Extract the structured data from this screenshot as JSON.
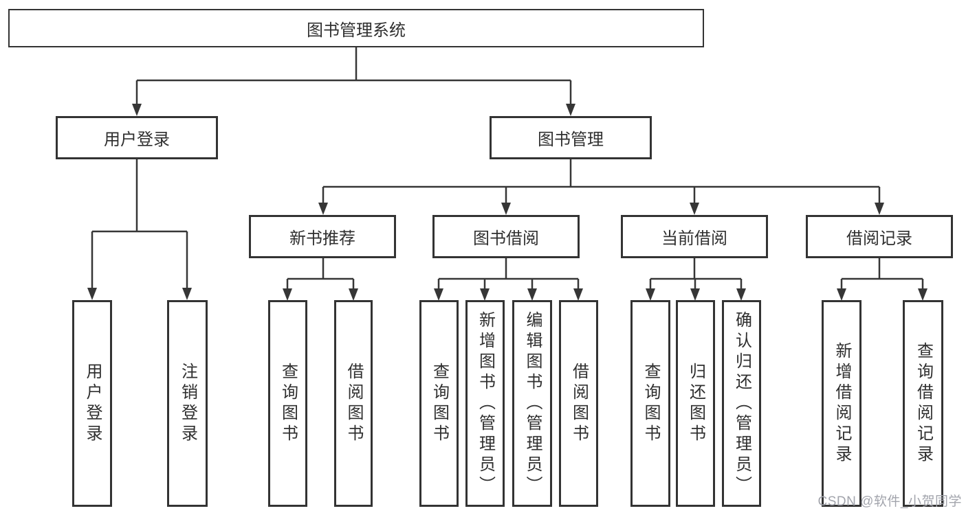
{
  "diagram": {
    "root": {
      "label": "图书管理系统"
    },
    "level2": [
      {
        "label": "用户登录"
      },
      {
        "label": "图书管理"
      }
    ],
    "level3": [
      {
        "label": "新书推荐"
      },
      {
        "label": "图书借阅"
      },
      {
        "label": "当前借阅"
      },
      {
        "label": "借阅记录"
      }
    ],
    "leaves": {
      "user_login": [
        {
          "label": "用户登录"
        },
        {
          "label": "注销登录"
        }
      ],
      "new_book": [
        {
          "label": "查询图书"
        },
        {
          "label": "借阅图书"
        }
      ],
      "book_borrow": [
        {
          "label": "查询图书"
        },
        {
          "label": "新增图书（管理员）"
        },
        {
          "label": "编辑图书（管理员）"
        },
        {
          "label": "借阅图书"
        }
      ],
      "current_borrow": [
        {
          "label": "查询图书"
        },
        {
          "label": "归还图书"
        },
        {
          "label": "确认归还（管理员）"
        }
      ],
      "borrow_record": [
        {
          "label": "新增借阅记录"
        },
        {
          "label": "查询借阅记录"
        }
      ]
    }
  },
  "watermark": {
    "text": "CSDN @软件_小贺同学"
  },
  "colors": {
    "line": "#363636",
    "box_border": "#333333",
    "text": "#2f2f2f",
    "watermark": "#a2a4ac",
    "background": "#ffffff"
  }
}
